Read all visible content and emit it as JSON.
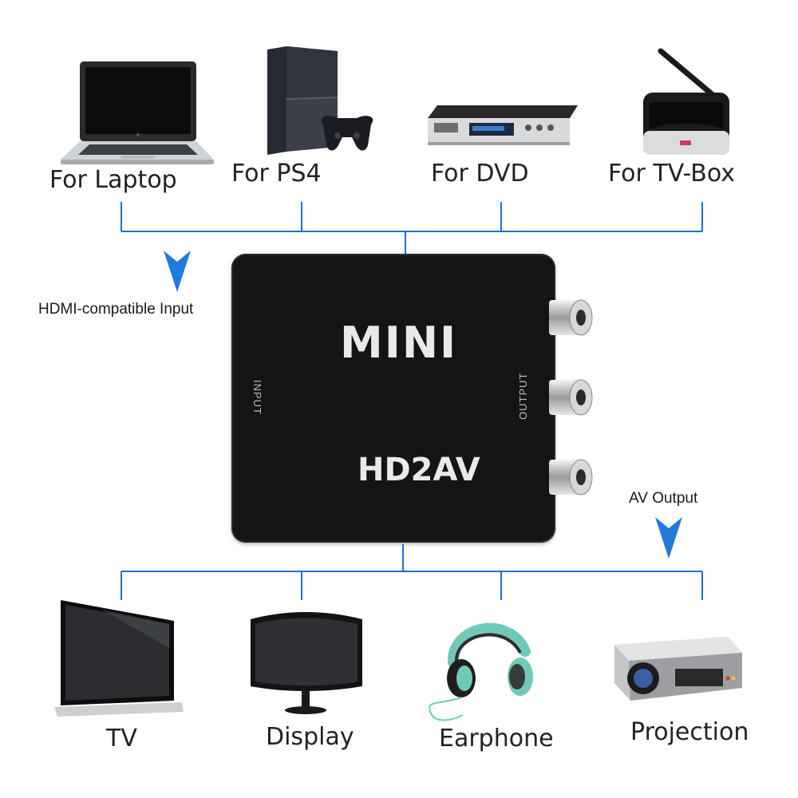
{
  "sources": [
    {
      "label": "For Laptop",
      "icon": "laptop-icon"
    },
    {
      "label": "For PS4",
      "icon": "ps4-console-icon"
    },
    {
      "label": "For DVD",
      "icon": "dvd-player-icon"
    },
    {
      "label": "For TV-Box",
      "icon": "tv-box-icon"
    }
  ],
  "outputs": [
    {
      "label": "TV",
      "icon": "tv-icon"
    },
    {
      "label": "Display",
      "icon": "display-icon"
    },
    {
      "label": "Earphone",
      "icon": "earphone-icon"
    },
    {
      "label": "Projection",
      "icon": "projector-icon"
    }
  ],
  "input_label": "HDMI-compatible Input",
  "output_label": "AV Output",
  "device": {
    "brand": "MINI",
    "model": "HD2AV",
    "input_side": "INPUT",
    "output_side": "OUTPUT"
  },
  "colors": {
    "wire": "#1f6fd6",
    "arrow": "#1f7ad9",
    "device_body": "#141414",
    "device_text": "#e9e9e9"
  }
}
